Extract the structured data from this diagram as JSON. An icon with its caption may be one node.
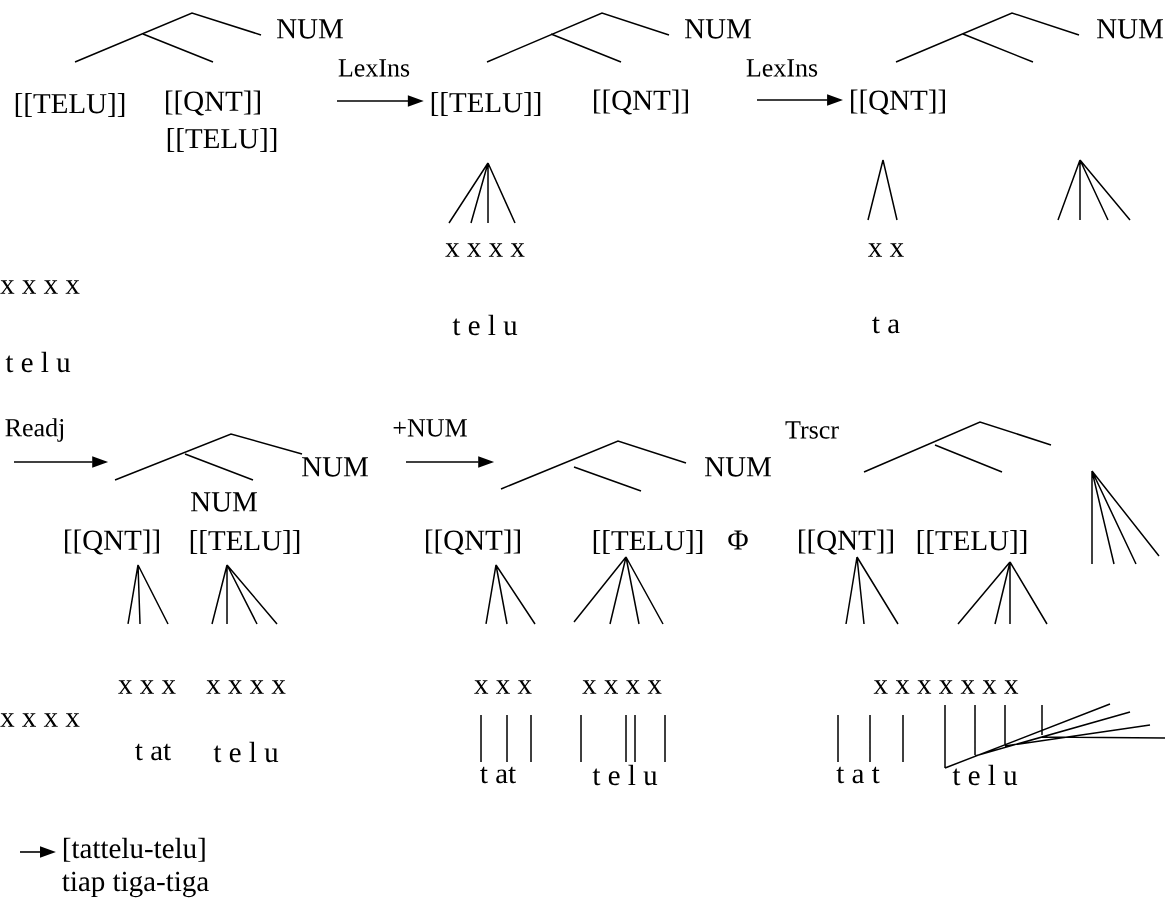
{
  "diagram": {
    "nodes": [
      {
        "text": [
          "[[TELU]]"
        ]
      },
      {
        "text": [
          "[[QNT]]"
        ]
      },
      {
        "text": [],
        "shape": "picture",
        "beside": [
          "NUM",
          "NUM"
        ]
      },
      {
        "text": [],
        "shape": "picture",
        "beside": [
          "NUM"
        ]
      },
      {
        "text": [
          "[tattelu-telu]",
          "tiap tiga-tiga"
        ]
      }
    ],
    "edges": [
      {
        "from": null,
        "to": 0,
        "arrow": "to",
        "label": "LexIns"
      },
      {
        "from": null,
        "to": 1,
        "arrow": "to",
        "label": "LexIns"
      },
      {
        "from": null,
        "to": 2,
        "arrow": "to",
        "label": "Readj"
      },
      {
        "from": null,
        "to": 3,
        "arrow": "to",
        "label": "+NUM"
      },
      {
        "from": null,
        "to": 4,
        "arrow": "to"
      }
    ],
    "labels": [
      "NUM",
      "NUM",
      "NUM",
      "[[TELU]]",
      "[[QNT]]",
      "[[QNT]]",
      "[[TELU]]",
      "x x x x",
      "x x",
      "x x x x",
      "t e l u",
      "t a",
      "t e l u",
      "Trscr",
      "[[QNT]]",
      "[[TELU]]",
      "[[QNT]]",
      "[[TELU]]",
      "Φ",
      "[[QNT]]",
      "[[TELU]]",
      "x x x",
      "x x x x",
      "x x x",
      "x x x x",
      "x x x x x x x",
      "x x x x",
      "t at",
      "t e l u",
      "t at",
      "t e l u",
      "t a t",
      "t e l u"
    ]
  }
}
